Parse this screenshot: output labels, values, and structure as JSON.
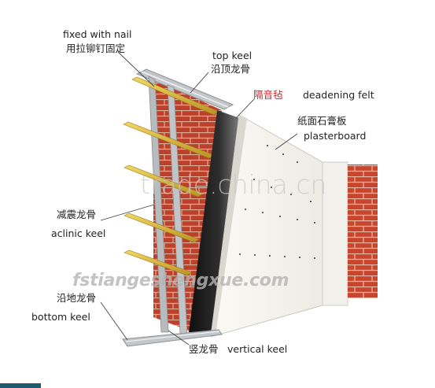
{
  "labels": {
    "fixed_en": "fixed with nail",
    "fixed_cn": "用拉铆钉固定",
    "top_keel_en": "top keel",
    "top_keel_cn": "沿顶龙骨",
    "felt_cn": "隔音毡",
    "felt_en": "deadening felt",
    "plasterboard_cn": "纸面石膏板",
    "plasterboard_en": "plasterboard",
    "aclinic_cn": "减震龙骨",
    "aclinic_en": "aclinic keel",
    "bottom_cn": "沿地龙骨",
    "bottom_en": "bottom keel",
    "vertical_cn": "竖龙骨",
    "vertical_en": "vertical keel"
  },
  "watermarks": {
    "site": "trade.china.cn",
    "company": "fstiangeshengxue.com"
  },
  "colors": {
    "brick": "#c9452e",
    "mortar": "#e8b9a4",
    "keel_yellow": "#e2bd3a",
    "metal": "#b9bcbe",
    "felt": "#1e1e1e",
    "board": "#f3f1ea",
    "footer": "#1d5a6b"
  }
}
